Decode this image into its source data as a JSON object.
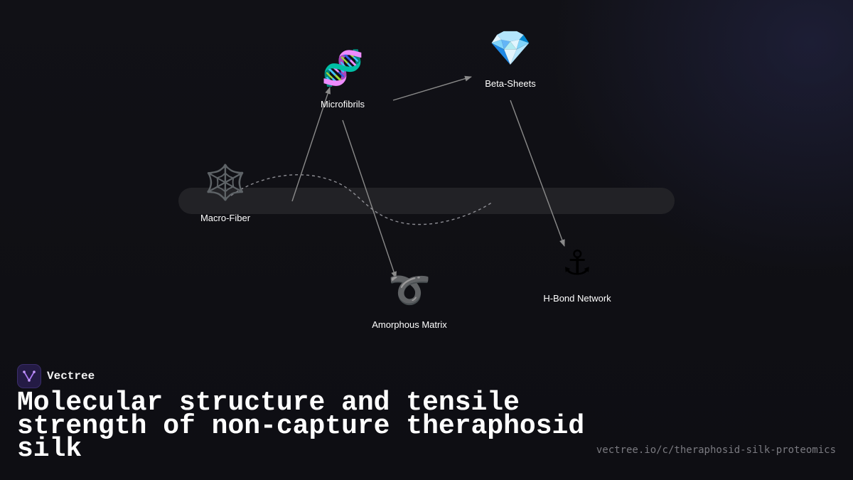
{
  "diagram": {
    "nodes": [
      {
        "id": "macro",
        "icon": "spider-web-icon",
        "glyph": "🕸️",
        "label": "Macro-Fiber"
      },
      {
        "id": "microfibrils",
        "icon": "dna-icon",
        "glyph": "🧬",
        "label": "Microfibrils"
      },
      {
        "id": "beta",
        "icon": "gem-icon",
        "glyph": "💎",
        "label": "Beta-Sheets"
      },
      {
        "id": "amorphous",
        "icon": "curly-loop-icon",
        "glyph": "➰",
        "label": "Amorphous Matrix"
      },
      {
        "id": "hbond",
        "icon": "anchor-icon",
        "glyph": "⚓",
        "label": "H-Bond Network"
      }
    ],
    "edges": [
      {
        "from": "macro",
        "to": "microfibrils"
      },
      {
        "from": "microfibrils",
        "to": "beta"
      },
      {
        "from": "microfibrils",
        "to": "amorphous"
      },
      {
        "from": "beta",
        "to": "hbond"
      }
    ],
    "colors": {
      "arrow": "#8a8a8a",
      "dashed_curve": "#8e8e94",
      "band": "#222226",
      "label": "#ffffff"
    }
  },
  "brand": {
    "name": "Vectree",
    "logo_icon": "vectree-logo-icon"
  },
  "title": "Molecular structure and tensile strength of non-capture theraphosid silk",
  "url": "vectree.io/c/theraphosid-silk-proteomics"
}
